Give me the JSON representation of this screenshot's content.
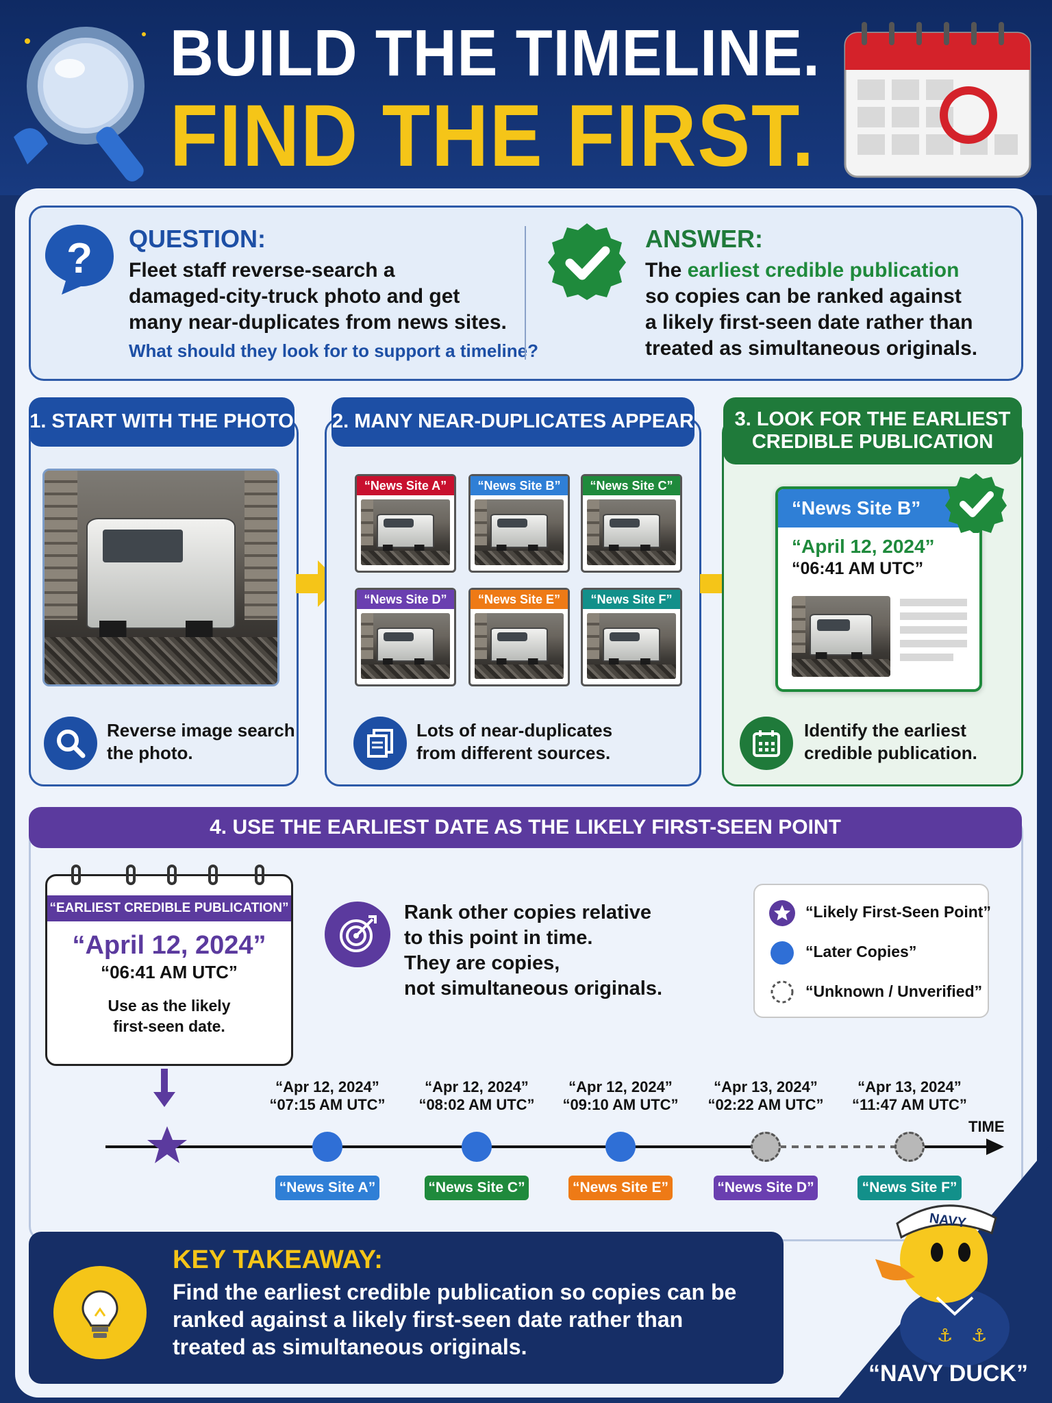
{
  "header": {
    "title_line1": "BUILD THE TIMELINE.",
    "title_line2": "FIND THE FIRST."
  },
  "question": {
    "label": "QUESTION:",
    "lines": [
      "Fleet staff reverse-search a",
      "damaged-city-truck photo and get",
      "many near-duplicates from news sites."
    ],
    "prompt": "What should they look for to support a timeline?",
    "icon": "question-bubble-icon"
  },
  "answer": {
    "label": "ANSWER:",
    "line1_prefix": "The ",
    "line1_highlight": "earliest credible publication",
    "lines": [
      "so copies can be ranked against",
      "a likely first-seen date rather than",
      "treated as simultaneous originals."
    ],
    "icon": "check-badge-icon"
  },
  "step1": {
    "title": "1. START WITH THE PHOTO",
    "caption_lines": [
      "Reverse image search",
      "the photo."
    ],
    "icon": "search-icon"
  },
  "step2": {
    "title": "2. MANY NEAR-DUPLICATES APPEAR",
    "sites": [
      {
        "name": "“News Site A”",
        "color": "#c8102e"
      },
      {
        "name": "“News Site B”",
        "color": "#2f7fd6"
      },
      {
        "name": "“News Site C”",
        "color": "#1f8a3c"
      },
      {
        "name": "“News Site D”",
        "color": "#6a3fb0"
      },
      {
        "name": "“News Site E”",
        "color": "#ee7a16"
      },
      {
        "name": "“News Site F”",
        "color": "#12908a"
      }
    ],
    "caption_lines": [
      "Lots of near-duplicates",
      "from different sources."
    ],
    "icon": "duplicate-pages-icon"
  },
  "step3": {
    "title_lines": [
      "3. LOOK FOR THE EARLIEST",
      "CREDIBLE PUBLICATION"
    ],
    "card_site": "“News Site B”",
    "card_date": "“April 12, 2024”",
    "card_time": "“06:41 AM UTC”",
    "caption_lines": [
      "Identify the earliest",
      "credible publication."
    ],
    "icon": "calendar-icon"
  },
  "step4": {
    "title": "4. USE THE EARLIEST DATE AS THE LIKELY FIRST-SEEN POINT",
    "calendar_header": "“EARLIEST CREDIBLE PUBLICATION”",
    "calendar_date": "“April 12, 2024”",
    "calendar_time": "“06:41 AM UTC”",
    "calendar_note_lines": [
      "Use as the likely",
      "first-seen date."
    ],
    "rank_lines": [
      "Rank other copies relative",
      "to this point in time.",
      "They are copies,",
      "not simultaneous originals."
    ],
    "rank_icon": "target-icon",
    "legend": [
      {
        "label": "“Likely First-Seen Point”",
        "icon": "star-icon"
      },
      {
        "label": "“Later Copies”",
        "icon": "blue-dot-icon"
      },
      {
        "label": "“Unknown / Unverified”",
        "icon": "dashed-circle-icon"
      }
    ],
    "time_label": "TIME"
  },
  "timeline": {
    "events": [
      {
        "date": "“Apr 12, 2024”",
        "time": "“07:15 AM UTC”",
        "site": "“News Site A”",
        "color": "#2f7fd6",
        "status": "later"
      },
      {
        "date": "“Apr 12, 2024”",
        "time": "“08:02 AM UTC”",
        "site": "“News Site C”",
        "color": "#1f8a3c",
        "status": "later"
      },
      {
        "date": "“Apr 12, 2024”",
        "time": "“09:10 AM UTC”",
        "site": "“News Site E”",
        "color": "#ee7a16",
        "status": "later"
      },
      {
        "date": "“Apr 13, 2024”",
        "time": "“02:22 AM UTC”",
        "site": "“News Site D”",
        "color": "#6a3fb0",
        "status": "unknown"
      },
      {
        "date": "“Apr 13, 2024”",
        "time": "“11:47 AM UTC”",
        "site": "“News Site F”",
        "color": "#12908a",
        "status": "unknown"
      }
    ]
  },
  "takeaway": {
    "label": "KEY TAKEAWAY:",
    "lines": [
      "Find the earliest credible publication so copies can be",
      "ranked against a likely first-seen date rather than",
      "treated as simultaneous originals."
    ],
    "icon": "lightbulb-icon"
  },
  "mascot": {
    "cap_text": "NAVY",
    "name": "“NAVY DUCK”"
  },
  "colors": {
    "navy": "#16316b",
    "yellow": "#f5c518",
    "blue": "#1d4fa5",
    "green": "#1f7a3a",
    "purple": "#5b3a9e"
  }
}
